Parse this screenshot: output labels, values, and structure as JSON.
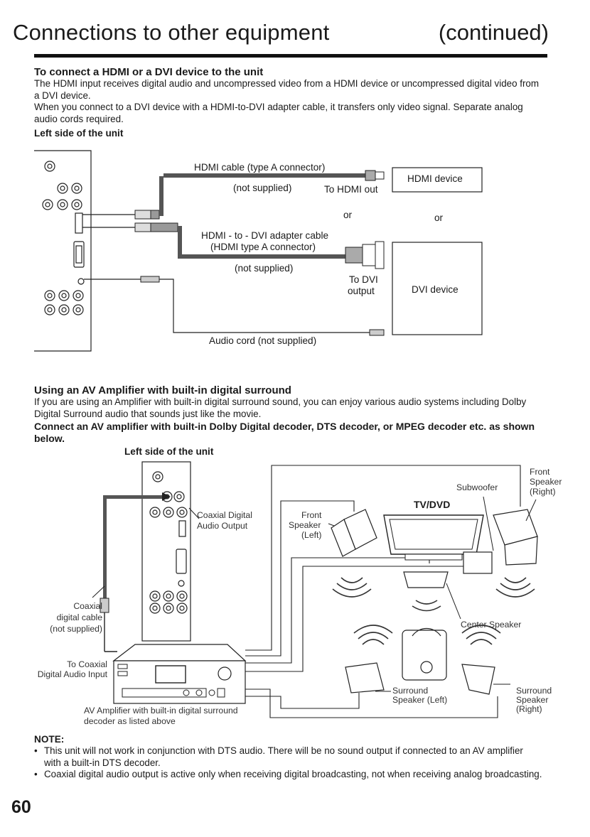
{
  "header": {
    "title": "Connections to other equipment",
    "continued": "(continued)"
  },
  "hdmi_section": {
    "heading": "To connect a HDMI or a DVI device to the unit",
    "para1": "The HDMI input receives digital audio and uncompressed video from a HDMI device or uncompressed digital video from a DVI device.",
    "para2": "When you connect to a DVI device with a HDMI-to-DVI adapter cable, it transfers only video signal. Separate analog audio cords required.",
    "left_side": "Left side of the unit",
    "diagram": {
      "hdmi_cable": "HDMI cable (type A connector)",
      "not_supplied_1": "(not supplied)",
      "to_hdmi_out": "To HDMI out",
      "hdmi_device": "HDMI device",
      "or_1": "or",
      "or_2": "or",
      "adapter_line1": "HDMI - to - DVI adapter cable",
      "adapter_line2": "(HDMI type A connector)",
      "not_supplied_2": "(not supplied)",
      "to_dvi_line1": "To DVI",
      "to_dvi_line2": "output",
      "dvi_device": "DVI device",
      "audio_cord": "Audio cord (not supplied)"
    }
  },
  "amp_section": {
    "heading": "Using an AV Amplifier with built-in digital surround",
    "para": "If you are using an Amplifier with built-in digital surround sound, you can enjoy various audio systems including Dolby Digital Surround audio that sounds just like the movie.",
    "bold_para": "Connect an AV amplifier with built-in Dolby Digital decoder, DTS decoder, or MPEG decoder etc. as shown below.",
    "left_side": "Left side of the unit",
    "diagram": {
      "coaxial_output_1": "Coaxial Digital",
      "coaxial_output_2": "Audio Output",
      "coaxial_cable_1": "Coaxial",
      "coaxial_cable_2": "digital cable",
      "coaxial_cable_3": "(not supplied)",
      "to_coaxial_1": "To Coaxial",
      "to_coaxial_2": "Digital Audio Input",
      "amp_label_1": "AV Amplifier with built-in digital surround",
      "amp_label_2": "decoder as listed above",
      "front_left_1": "Front",
      "front_left_2": "Speaker",
      "front_left_3": "(Left)",
      "subwoofer": "Subwoofer",
      "tvdvd": "TV/DVD",
      "front_right_1": "Front",
      "front_right_2": "Speaker",
      "front_right_3": "(Right)",
      "center_speaker": "Center Speaker",
      "surround_left_1": "Surround",
      "surround_left_2": "Speaker (Left)",
      "surround_right_1": "Surround",
      "surround_right_2": "Speaker",
      "surround_right_3": "(Right)"
    }
  },
  "note": {
    "heading": "NOTE:",
    "items": [
      "This unit will not work in conjunction with DTS audio. There will be no sound output if connected to an AV amplifier with a built-in DTS decoder.",
      "Coaxial digital audio output is active only when receiving digital broadcasting, not when receiving analog broadcasting."
    ]
  },
  "page_number": "60"
}
